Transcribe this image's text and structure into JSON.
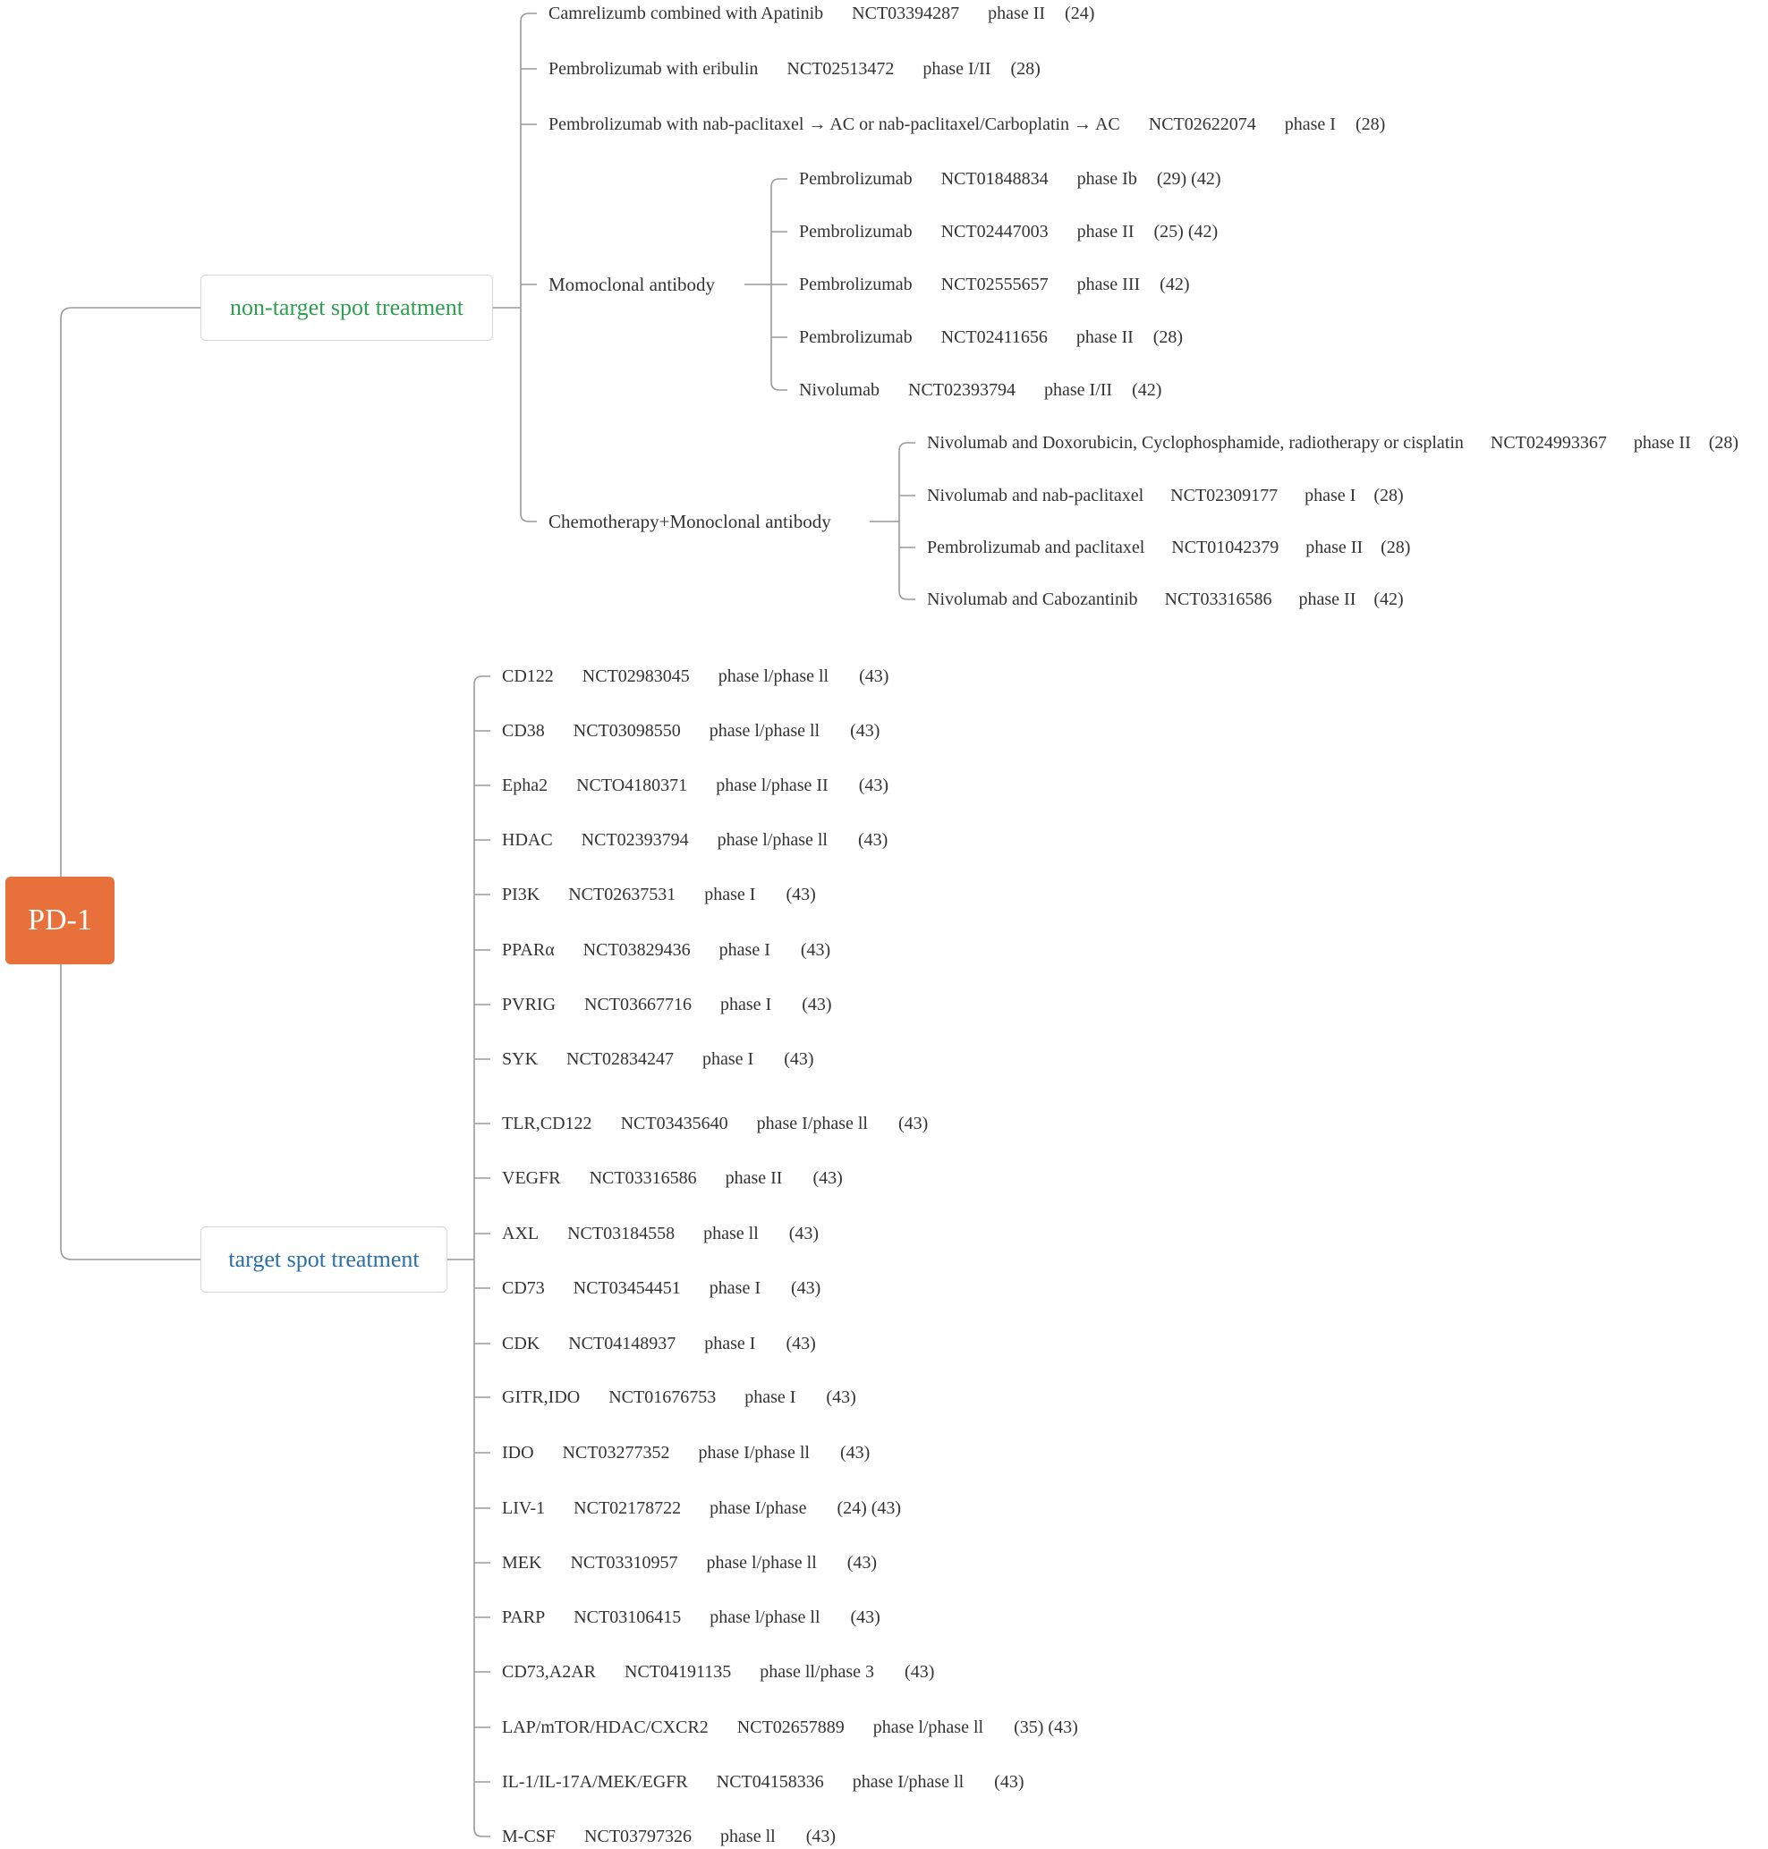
{
  "root": {
    "label": "PD-1",
    "color": "#E8703A"
  },
  "branches": {
    "non_target": {
      "label": "non-target spot treatment",
      "color": "#2E9E4F",
      "items": [
        {
          "fields": [
            "Camrelizumb combined with Apatinib",
            "NCT03394287",
            "phase II",
            "(24)"
          ]
        },
        {
          "fields": [
            "Pembrolizumab with eribulin",
            "NCT02513472",
            "phase I/II",
            "(28)"
          ]
        },
        {
          "fields": [
            "Pembrolizumab with nab-paclitaxel → AC or nab-paclitaxel/Carboplatin → AC",
            "NCT02622074",
            "phase I",
            "(28)"
          ]
        }
      ],
      "groups": {
        "mono": {
          "label": "Momoclonal antibody",
          "items": [
            {
              "fields": [
                "Pembrolizumab",
                "NCT01848834",
                "phase Ib",
                "(29) (42)"
              ]
            },
            {
              "fields": [
                "Pembrolizumab",
                "NCT02447003",
                "phase II",
                "(25) (42)"
              ]
            },
            {
              "fields": [
                "Pembrolizumab",
                "NCT02555657",
                "phase III",
                "(42)"
              ]
            },
            {
              "fields": [
                "Pembrolizumab",
                "NCT02411656",
                "phase II",
                "(28)"
              ]
            },
            {
              "fields": [
                "Nivolumab",
                "NCT02393794",
                "phase I/II",
                "(42)"
              ]
            }
          ]
        },
        "chemo": {
          "label": "Chemotherapy+Monoclonal antibody",
          "items": [
            {
              "fields": [
                "Nivolumab and Doxorubicin, Cyclophosphamide, radiotherapy or cisplatin",
                "NCT024993367",
                "phase II",
                "(28)"
              ]
            },
            {
              "fields": [
                "Nivolumab and nab-paclitaxel",
                "NCT02309177",
                "phase I",
                "(28)"
              ]
            },
            {
              "fields": [
                "Pembrolizumab and paclitaxel",
                "NCT01042379",
                "phase II",
                "(28)"
              ]
            },
            {
              "fields": [
                "Nivolumab and Cabozantinib",
                "NCT03316586",
                "phase II",
                "(42)"
              ]
            }
          ]
        }
      }
    },
    "target": {
      "label": "target spot treatment",
      "color": "#2B6FA8",
      "items": [
        {
          "fields": [
            "CD122",
            "NCT02983045",
            "phase l/phase ll",
            "(43)"
          ]
        },
        {
          "fields": [
            "CD38",
            "NCT03098550",
            "phase l/phase ll",
            "(43)"
          ]
        },
        {
          "fields": [
            "Epha2",
            "NCTO4180371",
            "phase l/phase II",
            "(43)"
          ]
        },
        {
          "fields": [
            "HDAC",
            "NCT02393794",
            "phase l/phase ll",
            "(43)"
          ]
        },
        {
          "fields": [
            "PI3K",
            "NCT02637531",
            "phase I",
            "(43)"
          ]
        },
        {
          "fields": [
            "PPARα",
            "NCT03829436",
            "phase I",
            "(43)"
          ]
        },
        {
          "fields": [
            "PVRIG",
            "NCT03667716",
            "phase I",
            "(43)"
          ]
        },
        {
          "fields": [
            "SYK",
            "NCT02834247",
            "phase I",
            "(43)"
          ]
        },
        {
          "fields": [
            "TLR,CD122",
            "NCT03435640",
            "phase I/phase ll",
            "(43)"
          ]
        },
        {
          "fields": [
            "VEGFR",
            "NCT03316586",
            "phase II",
            "(43)"
          ]
        },
        {
          "fields": [
            "AXL",
            "NCT03184558",
            "phase ll",
            "(43)"
          ]
        },
        {
          "fields": [
            "CD73",
            "NCT03454451",
            "phase I",
            "(43)"
          ]
        },
        {
          "fields": [
            "CDK",
            "NCT04148937",
            "phase I",
            "(43)"
          ]
        },
        {
          "fields": [
            "GITR,IDO",
            "NCT01676753",
            "phase I",
            "(43)"
          ]
        },
        {
          "fields": [
            "IDO",
            "NCT03277352",
            "phase I/phase ll",
            "(43)"
          ]
        },
        {
          "fields": [
            "LIV-1",
            "NCT02178722",
            "phase I/phase",
            "(24) (43)"
          ]
        },
        {
          "fields": [
            "MEK",
            "NCT03310957",
            "phase l/phase ll",
            "(43)"
          ]
        },
        {
          "fields": [
            "PARP",
            "NCT03106415",
            "phase l/phase ll",
            "(43)"
          ]
        },
        {
          "fields": [
            "CD73,A2AR",
            "NCT04191135",
            "phase ll/phase 3",
            "(43)"
          ]
        },
        {
          "fields": [
            "LAP/mTOR/HDAC/CXCR2",
            "NCT02657889",
            "phase l/phase ll",
            "(35) (43)"
          ]
        },
        {
          "fields": [
            "IL-1/IL-17A/MEK/EGFR",
            "NCT04158336",
            "phase I/phase ll",
            "(43)"
          ]
        },
        {
          "fields": [
            "M-CSF",
            "NCT03797326",
            "phase ll",
            "(43)"
          ]
        }
      ]
    }
  }
}
